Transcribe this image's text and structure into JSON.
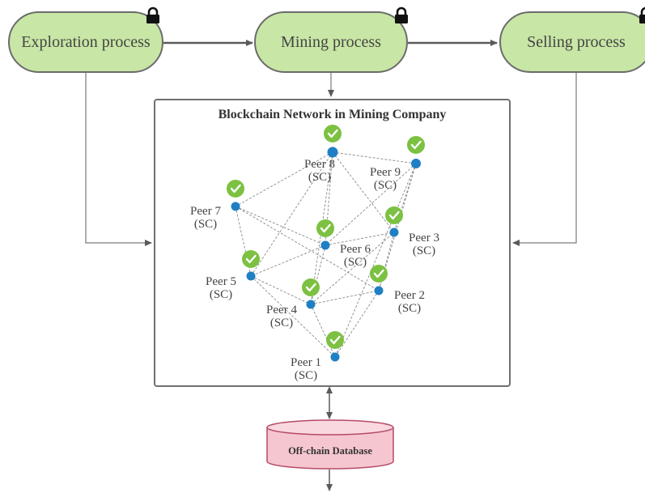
{
  "processes": {
    "exploration": "Exploration process",
    "mining": "Mining process",
    "selling": "Selling process"
  },
  "network": {
    "title": "Blockchain Network in Mining Company",
    "peers": [
      {
        "name": "Peer 1",
        "role": "(SC)"
      },
      {
        "name": "Peer 2",
        "role": "(SC)"
      },
      {
        "name": "Peer 3",
        "role": "(SC)"
      },
      {
        "name": "Peer 4",
        "role": "(SC)"
      },
      {
        "name": "Peer 5",
        "role": "(SC)"
      },
      {
        "name": "Peer 6",
        "role": "(SC)"
      },
      {
        "name": "Peer 7",
        "role": "(SC)"
      },
      {
        "name": "Peer 8",
        "role": "(SC)"
      },
      {
        "name": "Peer 9",
        "role": "(SC)"
      }
    ]
  },
  "database": {
    "label": "Off-chain Database"
  },
  "colors": {
    "process_fill": "#c8e6a5",
    "node_blue": "#1f7fc4",
    "check_green": "#7cc142",
    "db_fill": "#f5c6d0",
    "db_stroke": "#b54a66"
  },
  "icons": [
    "lock-icon",
    "check-icon",
    "database-icon"
  ]
}
